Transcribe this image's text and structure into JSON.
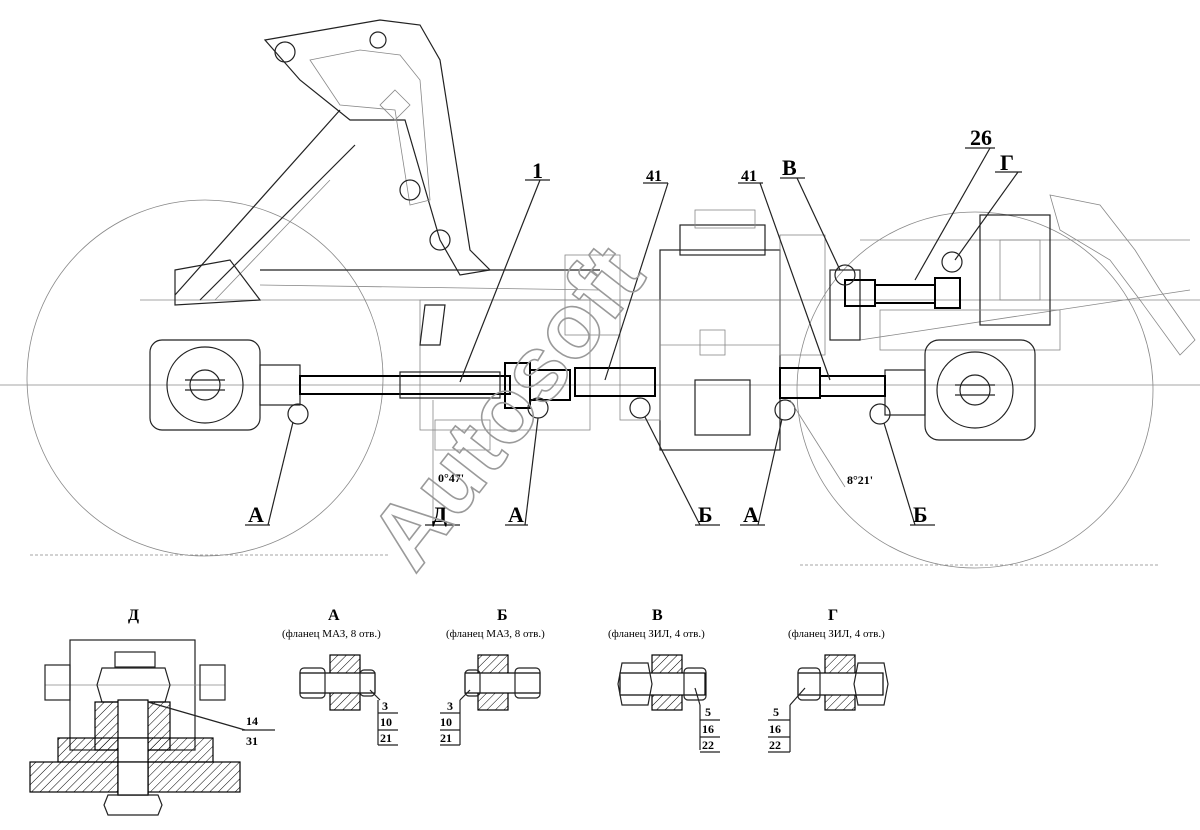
{
  "callouts": {
    "c1": "1",
    "c41a": "41",
    "c41b": "41",
    "c26": "26",
    "cV": "В",
    "cG": "Г",
    "cA1": "А",
    "cD": "Д",
    "cA2": "А",
    "cB1": "Б",
    "cA3": "А",
    "cB2": "Б"
  },
  "angles": {
    "left": "0°47'",
    "right": "8°21'"
  },
  "watermark": "Autosoft",
  "details": {
    "D": {
      "title": "Д",
      "refs": [
        "14",
        "31"
      ]
    },
    "A": {
      "title": "А",
      "subtitle": "(фланец МАЗ, 8 отв.)",
      "refs": [
        "3",
        "10",
        "21"
      ]
    },
    "B": {
      "title": "Б",
      "subtitle": "(фланец МАЗ, 8 отв.)",
      "refs": [
        "3",
        "10",
        "21"
      ]
    },
    "V": {
      "title": "В",
      "subtitle": "(фланец ЗИЛ, 4 отв.)",
      "refs": [
        "5",
        "16",
        "22"
      ]
    },
    "G": {
      "title": "Г",
      "subtitle": "(фланец ЗИЛ, 4 отв.)",
      "refs": [
        "5",
        "16",
        "22"
      ]
    }
  },
  "colors": {
    "line": "#000000",
    "faint": "#888888",
    "watermark": "#9a9a9a"
  }
}
